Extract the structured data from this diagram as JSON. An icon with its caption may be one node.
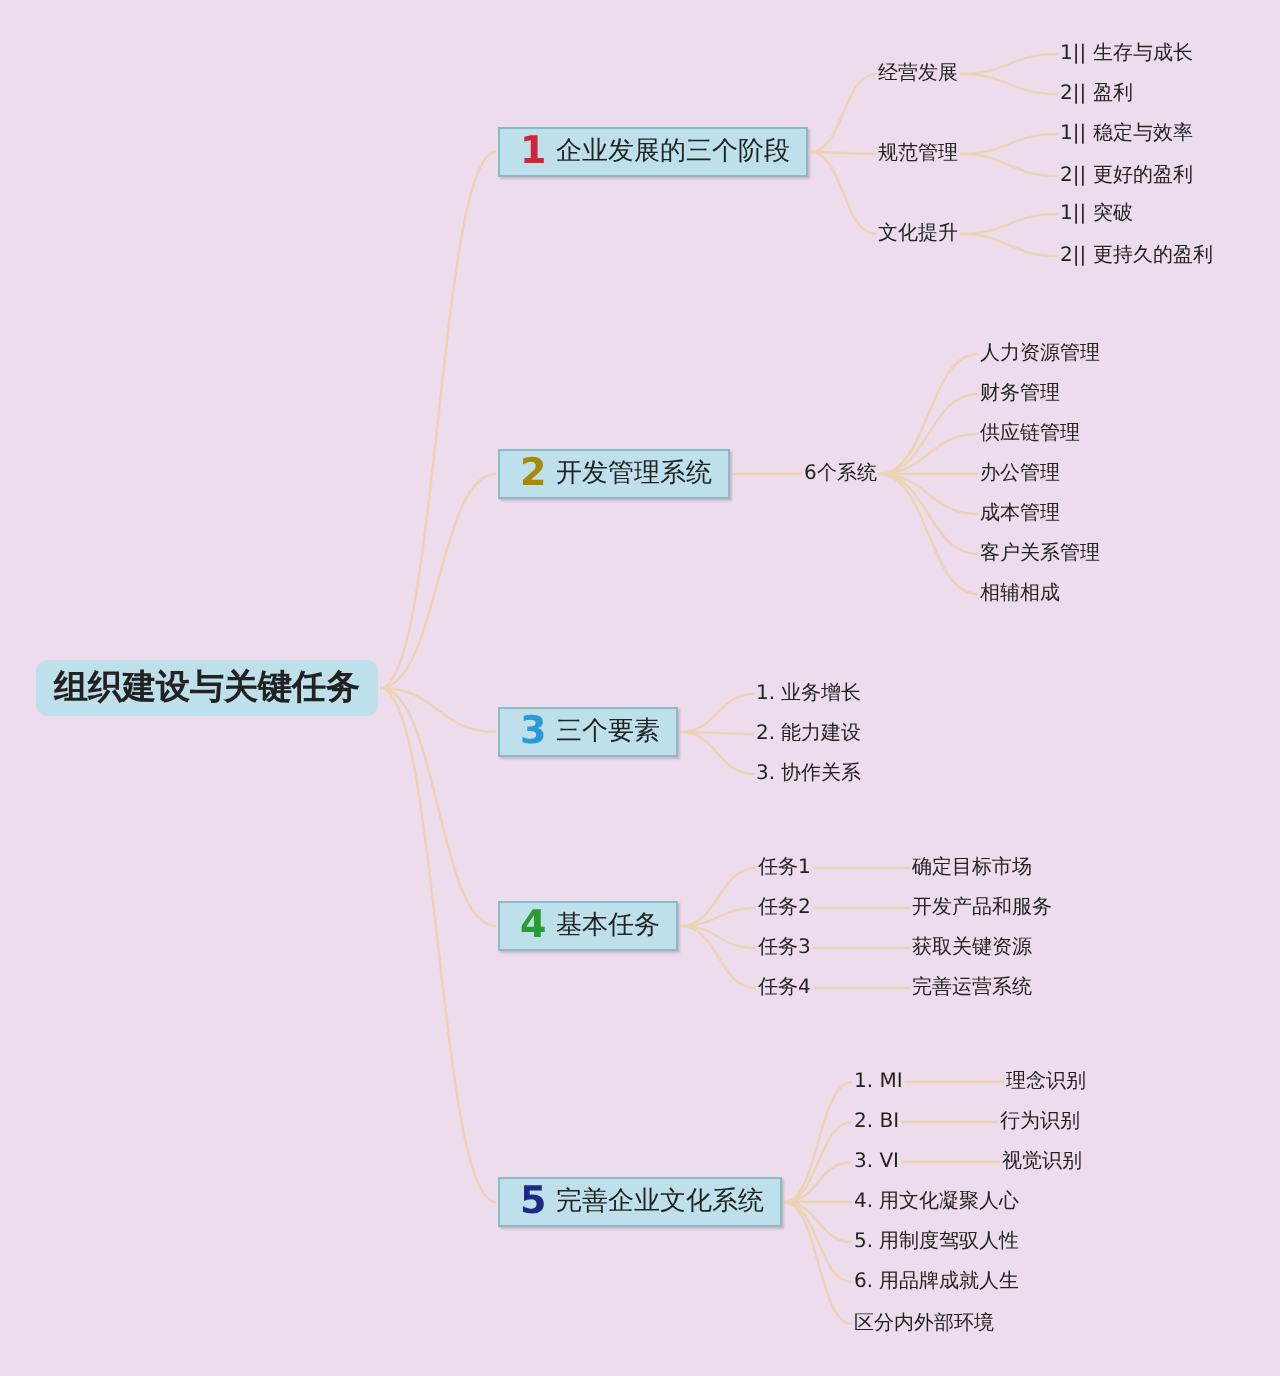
{
  "diagram": {
    "nodes": [
      {
        "text": [
          "组织建设与关键任务"
        ]
      },
      {
        "text": [
          "1",
          "企业发展的三个阶段"
        ]
      },
      {
        "text": [
          "经营发展"
        ]
      },
      {
        "text": [
          "1|| 生存与成长"
        ]
      },
      {
        "text": [
          "2|| 盈利"
        ]
      },
      {
        "text": [
          "规范管理"
        ]
      },
      {
        "text": [
          "1|| 稳定与效率"
        ]
      },
      {
        "text": [
          "2|| 更好的盈利"
        ]
      },
      {
        "text": [
          "文化提升"
        ]
      },
      {
        "text": [
          "1|| 突破"
        ]
      },
      {
        "text": [
          "2|| 更持久的盈利"
        ]
      },
      {
        "text": [
          "2",
          "开发管理系统"
        ]
      },
      {
        "text": [
          "6个系统"
        ]
      },
      {
        "text": [
          "人力资源管理"
        ]
      },
      {
        "text": [
          "财务管理"
        ]
      },
      {
        "text": [
          "供应链管理"
        ]
      },
      {
        "text": [
          "办公管理"
        ]
      },
      {
        "text": [
          "成本管理"
        ]
      },
      {
        "text": [
          "客户关系管理"
        ]
      },
      {
        "text": [
          "相辅相成"
        ]
      },
      {
        "text": [
          "3",
          "三个要素"
        ]
      },
      {
        "text": [
          "1. 业务增长"
        ]
      },
      {
        "text": [
          "2. 能力建设"
        ]
      },
      {
        "text": [
          "3. 协作关系"
        ]
      },
      {
        "text": [
          "4",
          "基本任务"
        ]
      },
      {
        "text": [
          "任务1"
        ]
      },
      {
        "text": [
          "确定目标市场"
        ]
      },
      {
        "text": [
          "任务2"
        ]
      },
      {
        "text": [
          "开发产品和服务"
        ]
      },
      {
        "text": [
          "任务3"
        ]
      },
      {
        "text": [
          "获取关键资源"
        ]
      },
      {
        "text": [
          "任务4"
        ]
      },
      {
        "text": [
          "完善运营系统"
        ]
      },
      {
        "text": [
          "5",
          "完善企业文化系统"
        ]
      },
      {
        "text": [
          "1. MI"
        ]
      },
      {
        "text": [
          "理念识别"
        ]
      },
      {
        "text": [
          "2. BI"
        ]
      },
      {
        "text": [
          "行为识别"
        ]
      },
      {
        "text": [
          "3. VI"
        ]
      },
      {
        "text": [
          "视觉识别"
        ]
      },
      {
        "text": [
          "4. 用文化凝聚人心"
        ]
      },
      {
        "text": [
          "5. 用制度驾驭人性"
        ]
      },
      {
        "text": [
          "6. 用品牌成就人生"
        ]
      },
      {
        "text": [
          "区分内外部环境"
        ]
      }
    ],
    "edges": [
      {
        "from": 0,
        "to": 1,
        "arrow": "none"
      },
      {
        "from": 0,
        "to": 11,
        "arrow": "none"
      },
      {
        "from": 0,
        "to": 20,
        "arrow": "none"
      },
      {
        "from": 0,
        "to": 24,
        "arrow": "none"
      },
      {
        "from": 0,
        "to": 33,
        "arrow": "none"
      },
      {
        "from": 1,
        "to": 2,
        "arrow": "none"
      },
      {
        "from": 1,
        "to": 5,
        "arrow": "none"
      },
      {
        "from": 1,
        "to": 8,
        "arrow": "none"
      },
      {
        "from": 2,
        "to": 3,
        "arrow": "none"
      },
      {
        "from": 2,
        "to": 4,
        "arrow": "none"
      },
      {
        "from": 5,
        "to": 6,
        "arrow": "none"
      },
      {
        "from": 5,
        "to": 7,
        "arrow": "none"
      },
      {
        "from": 8,
        "to": 9,
        "arrow": "none"
      },
      {
        "from": 8,
        "to": 10,
        "arrow": "none"
      },
      {
        "from": 11,
        "to": 12,
        "arrow": "none"
      },
      {
        "from": 12,
        "to": 13,
        "arrow": "none"
      },
      {
        "from": 12,
        "to": 14,
        "arrow": "none"
      },
      {
        "from": 12,
        "to": 15,
        "arrow": "none"
      },
      {
        "from": 12,
        "to": 16,
        "arrow": "none"
      },
      {
        "from": 12,
        "to": 17,
        "arrow": "none"
      },
      {
        "from": 12,
        "to": 18,
        "arrow": "none"
      },
      {
        "from": 12,
        "to": 19,
        "arrow": "none"
      },
      {
        "from": 20,
        "to": 21,
        "arrow": "none"
      },
      {
        "from": 20,
        "to": 22,
        "arrow": "none"
      },
      {
        "from": 20,
        "to": 23,
        "arrow": "none"
      },
      {
        "from": 24,
        "to": 25,
        "arrow": "none"
      },
      {
        "from": 24,
        "to": 27,
        "arrow": "none"
      },
      {
        "from": 24,
        "to": 29,
        "arrow": "none"
      },
      {
        "from": 24,
        "to": 31,
        "arrow": "none"
      },
      {
        "from": 25,
        "to": 26,
        "arrow": "none"
      },
      {
        "from": 27,
        "to": 28,
        "arrow": "none"
      },
      {
        "from": 29,
        "to": 30,
        "arrow": "none"
      },
      {
        "from": 31,
        "to": 32,
        "arrow": "none"
      },
      {
        "from": 33,
        "to": 34,
        "arrow": "none"
      },
      {
        "from": 33,
        "to": 36,
        "arrow": "none"
      },
      {
        "from": 33,
        "to": 38,
        "arrow": "none"
      },
      {
        "from": 33,
        "to": 40,
        "arrow": "none"
      },
      {
        "from": 33,
        "to": 41,
        "arrow": "none"
      },
      {
        "from": 33,
        "to": 42,
        "arrow": "none"
      },
      {
        "from": 33,
        "to": 43,
        "arrow": "none"
      },
      {
        "from": 34,
        "to": 35,
        "arrow": "none"
      },
      {
        "from": 36,
        "to": 37,
        "arrow": "none"
      },
      {
        "from": 38,
        "to": 39,
        "arrow": "none"
      }
    ]
  }
}
